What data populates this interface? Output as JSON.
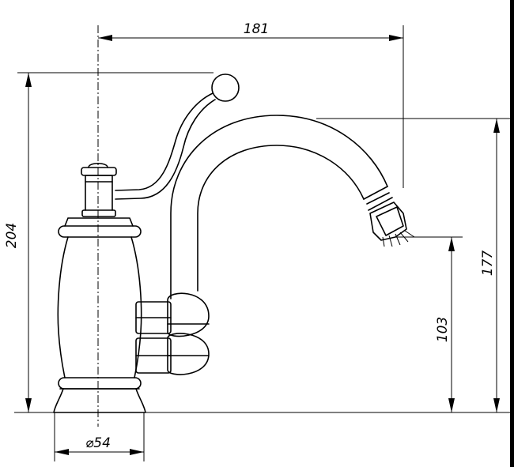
{
  "dimensions": {
    "width_total": "181",
    "height_total": "204",
    "spout_height": "177",
    "outlet_height": "103",
    "base_diameter": "⌀54"
  }
}
